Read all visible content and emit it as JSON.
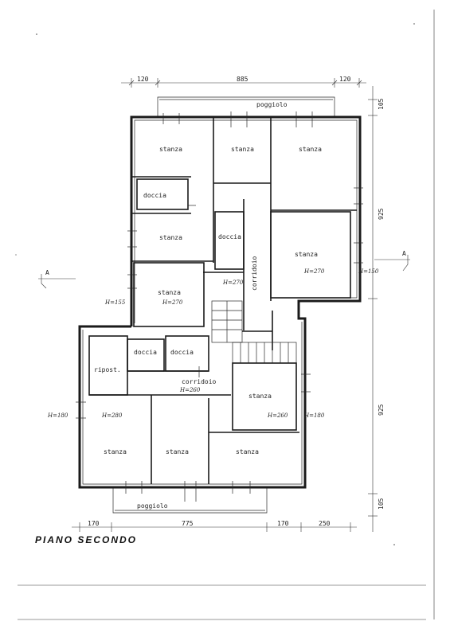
{
  "drawing": {
    "title": "PIANO SECONDO",
    "rooms": {
      "poggiolo_top": "poggiolo",
      "stanza_tl": "stanza",
      "stanza_tc": "stanza",
      "stanza_tr": "stanza",
      "doccia_1": "doccia",
      "stanza_ml": "stanza",
      "doccia_2": "doccia",
      "stanza_r": "stanza",
      "h_r": "H=270",
      "h_rr": "H=150",
      "corridoio_v": "corridoio",
      "h_corr": "H=270",
      "stanza_l2": "stanza",
      "h_l2": "H=270",
      "h_left": "H=155",
      "doccia_3": "doccia",
      "doccia_4": "doccia",
      "ripost": "ripost.",
      "corridoio_h": "corridoio",
      "h_corr2": "H=260",
      "h_far_left": "H=180",
      "h_bl": "H=280",
      "stanza_rm": "stanza",
      "h_rm": "H=260",
      "h_far_right": "H=180",
      "stanza_bl": "stanza",
      "stanza_bm": "stanza",
      "stanza_br": "stanza",
      "poggiolo_bottom": "poggiolo"
    },
    "dimensions": {
      "top_left": "120",
      "top_mid": "885",
      "top_right": "120",
      "right_top": "105",
      "right_mid": "925",
      "right_mid2": "925",
      "right_bot": "105",
      "bot_1": "170",
      "bot_2": "775",
      "bot_3": "170",
      "bot_4": "250"
    },
    "section_mark": "A"
  }
}
